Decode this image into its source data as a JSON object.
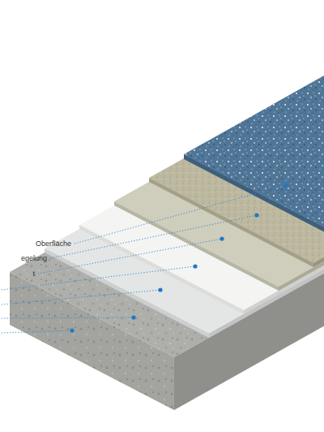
{
  "diagram": {
    "labels": [
      "Oberfläche",
      "egelung",
      "t"
    ]
  }
}
